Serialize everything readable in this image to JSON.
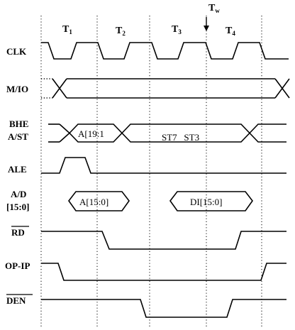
{
  "periods": [
    {
      "main": "T",
      "sub": "1"
    },
    {
      "main": "T",
      "sub": "2"
    },
    {
      "main": "T",
      "sub": "3"
    },
    {
      "main": "T",
      "sub": "w"
    },
    {
      "main": "T",
      "sub": "4"
    }
  ],
  "signals": {
    "clk": "CLK",
    "mio": "M/IO",
    "bhe": "BHE",
    "ast": "A/ST",
    "ale": "ALE",
    "ad": "A/D",
    "ad_range": "[15:0]",
    "rd": "RD",
    "opip": "OP-IP",
    "den": "DEN"
  },
  "boxes": {
    "bhe_address": "A[19:1",
    "bhe_status": "ST7   ST3",
    "ad_address": "A[15:0]",
    "ad_data": "DI[15:0]"
  }
}
